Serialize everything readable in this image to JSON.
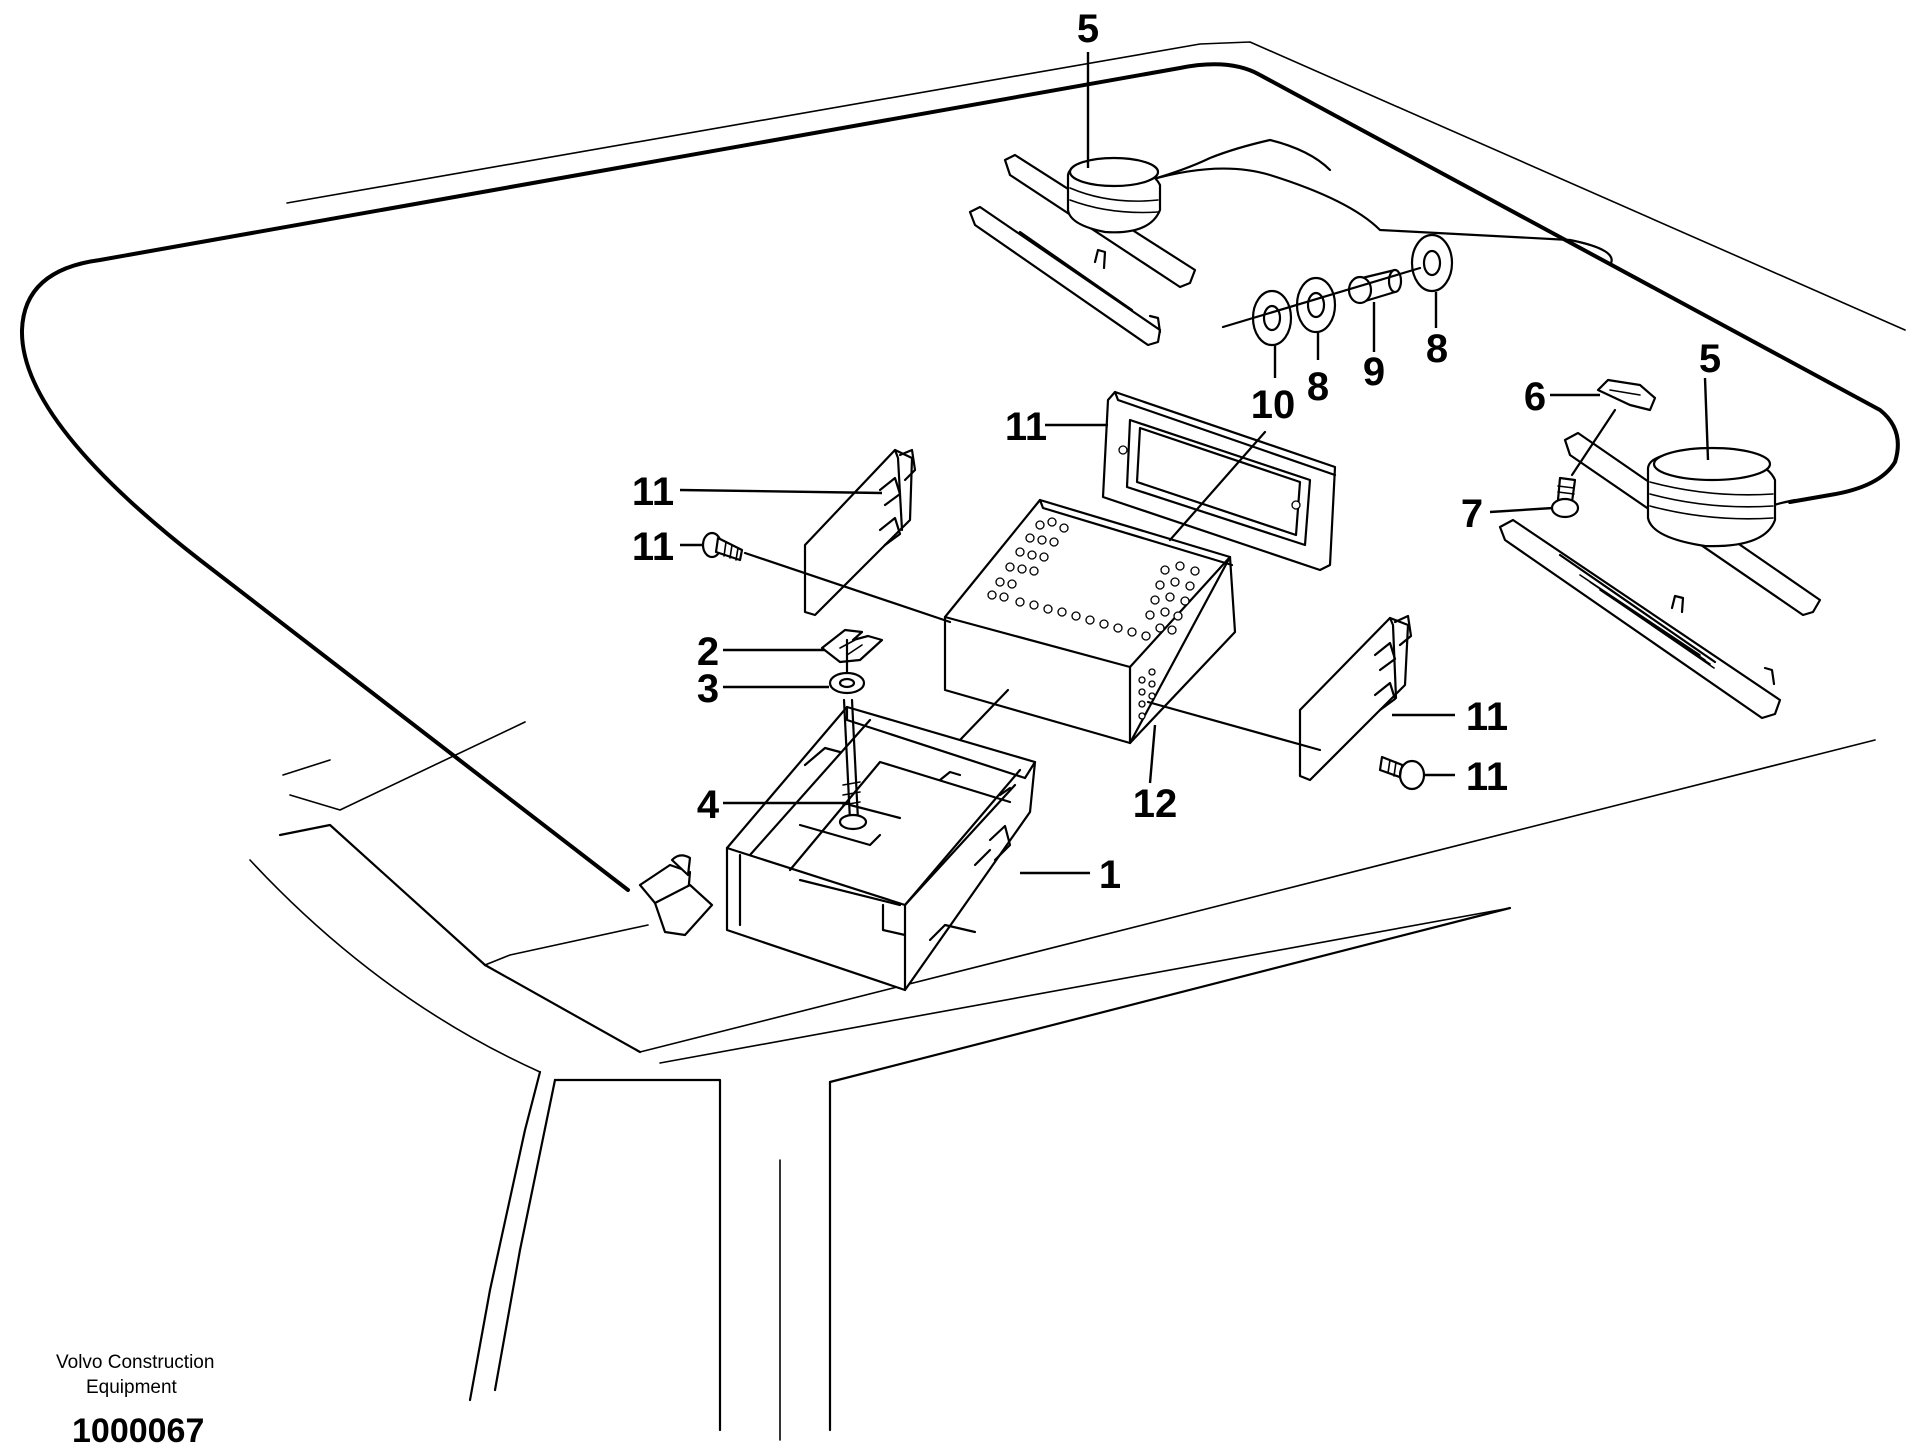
{
  "callouts": [
    {
      "id": "c1",
      "text": "1"
    },
    {
      "id": "c2",
      "text": "2"
    },
    {
      "id": "c3",
      "text": "3"
    },
    {
      "id": "c4",
      "text": "4"
    },
    {
      "id": "c5a",
      "text": "5"
    },
    {
      "id": "c5b",
      "text": "5"
    },
    {
      "id": "c6",
      "text": "6"
    },
    {
      "id": "c7",
      "text": "7"
    },
    {
      "id": "c8a",
      "text": "8"
    },
    {
      "id": "c8b",
      "text": "8"
    },
    {
      "id": "c9",
      "text": "9"
    },
    {
      "id": "c10",
      "text": "10"
    },
    {
      "id": "c11a",
      "text": "11"
    },
    {
      "id": "c11b",
      "text": "11"
    },
    {
      "id": "c11c",
      "text": "11"
    },
    {
      "id": "c11d",
      "text": "11"
    },
    {
      "id": "c11e",
      "text": "11"
    },
    {
      "id": "c12",
      "text": "12"
    }
  ],
  "footer": {
    "company_line1": "Volvo Construction",
    "company_line2": "Equipment",
    "document_number": "1000067"
  }
}
